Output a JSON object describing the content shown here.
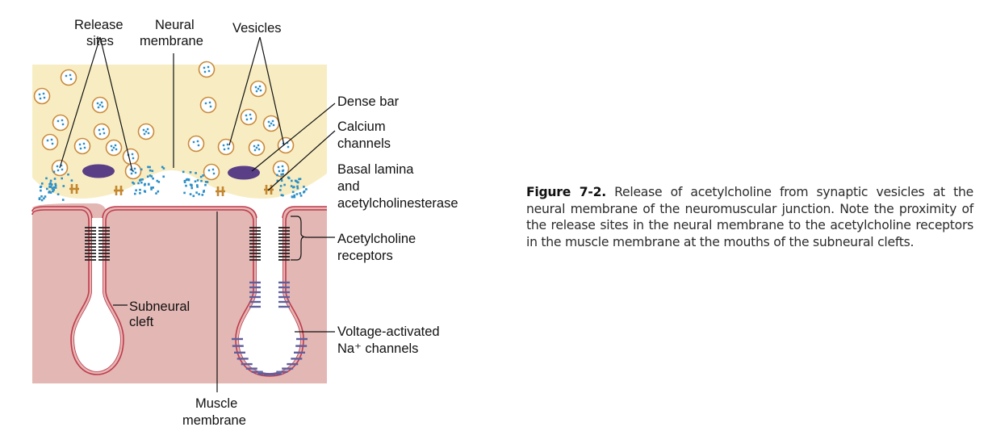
{
  "labels": {
    "release_sites_line1": "Release",
    "release_sites_line2": "sites",
    "neural_membrane_line1": "Neural",
    "neural_membrane_line2": "membrane",
    "vesicles": "Vesicles",
    "dense_bar": "Dense bar",
    "calcium_channels_line1": "Calcium",
    "calcium_channels_line2": "channels",
    "basal_lamina_line1": "Basal lamina",
    "basal_lamina_line2": "and",
    "basal_lamina_line3": "acetylcholinesterase",
    "ach_receptors_line1": "Acetylcholine",
    "ach_receptors_line2": "receptors",
    "voltage_na_line1": "Voltage-activated",
    "voltage_na_line2": "Na⁺ channels",
    "subneural_cleft_line1": "Subneural",
    "subneural_cleft_line2": "cleft",
    "muscle_membrane_line1": "Muscle",
    "muscle_membrane_line2": "membrane"
  },
  "caption": {
    "figure_label": "Figure 7-2.",
    "text": "Release of acetylcholine from synaptic vesicles at the neural membrane of the neuromuscular junction. Note the proximity of the release sites in the neural membrane to the acetylcholine receptors in the muscle membrane at the mouths of the subneural clefts."
  },
  "colors": {
    "nerve_terminal": "#f8edc2",
    "muscle": "#e3b7b4",
    "membrane_line": "#c03a4b",
    "vesicle_fill": "#ffffff",
    "vesicle_outline": "#c98a3c",
    "acetylcholine_dots": "#2b8fc6",
    "dense_bar": "#5a3e86",
    "calcium_channel": "#c4862e",
    "ach_receptor": "#222222",
    "na_channel": "#5e5f9e"
  }
}
